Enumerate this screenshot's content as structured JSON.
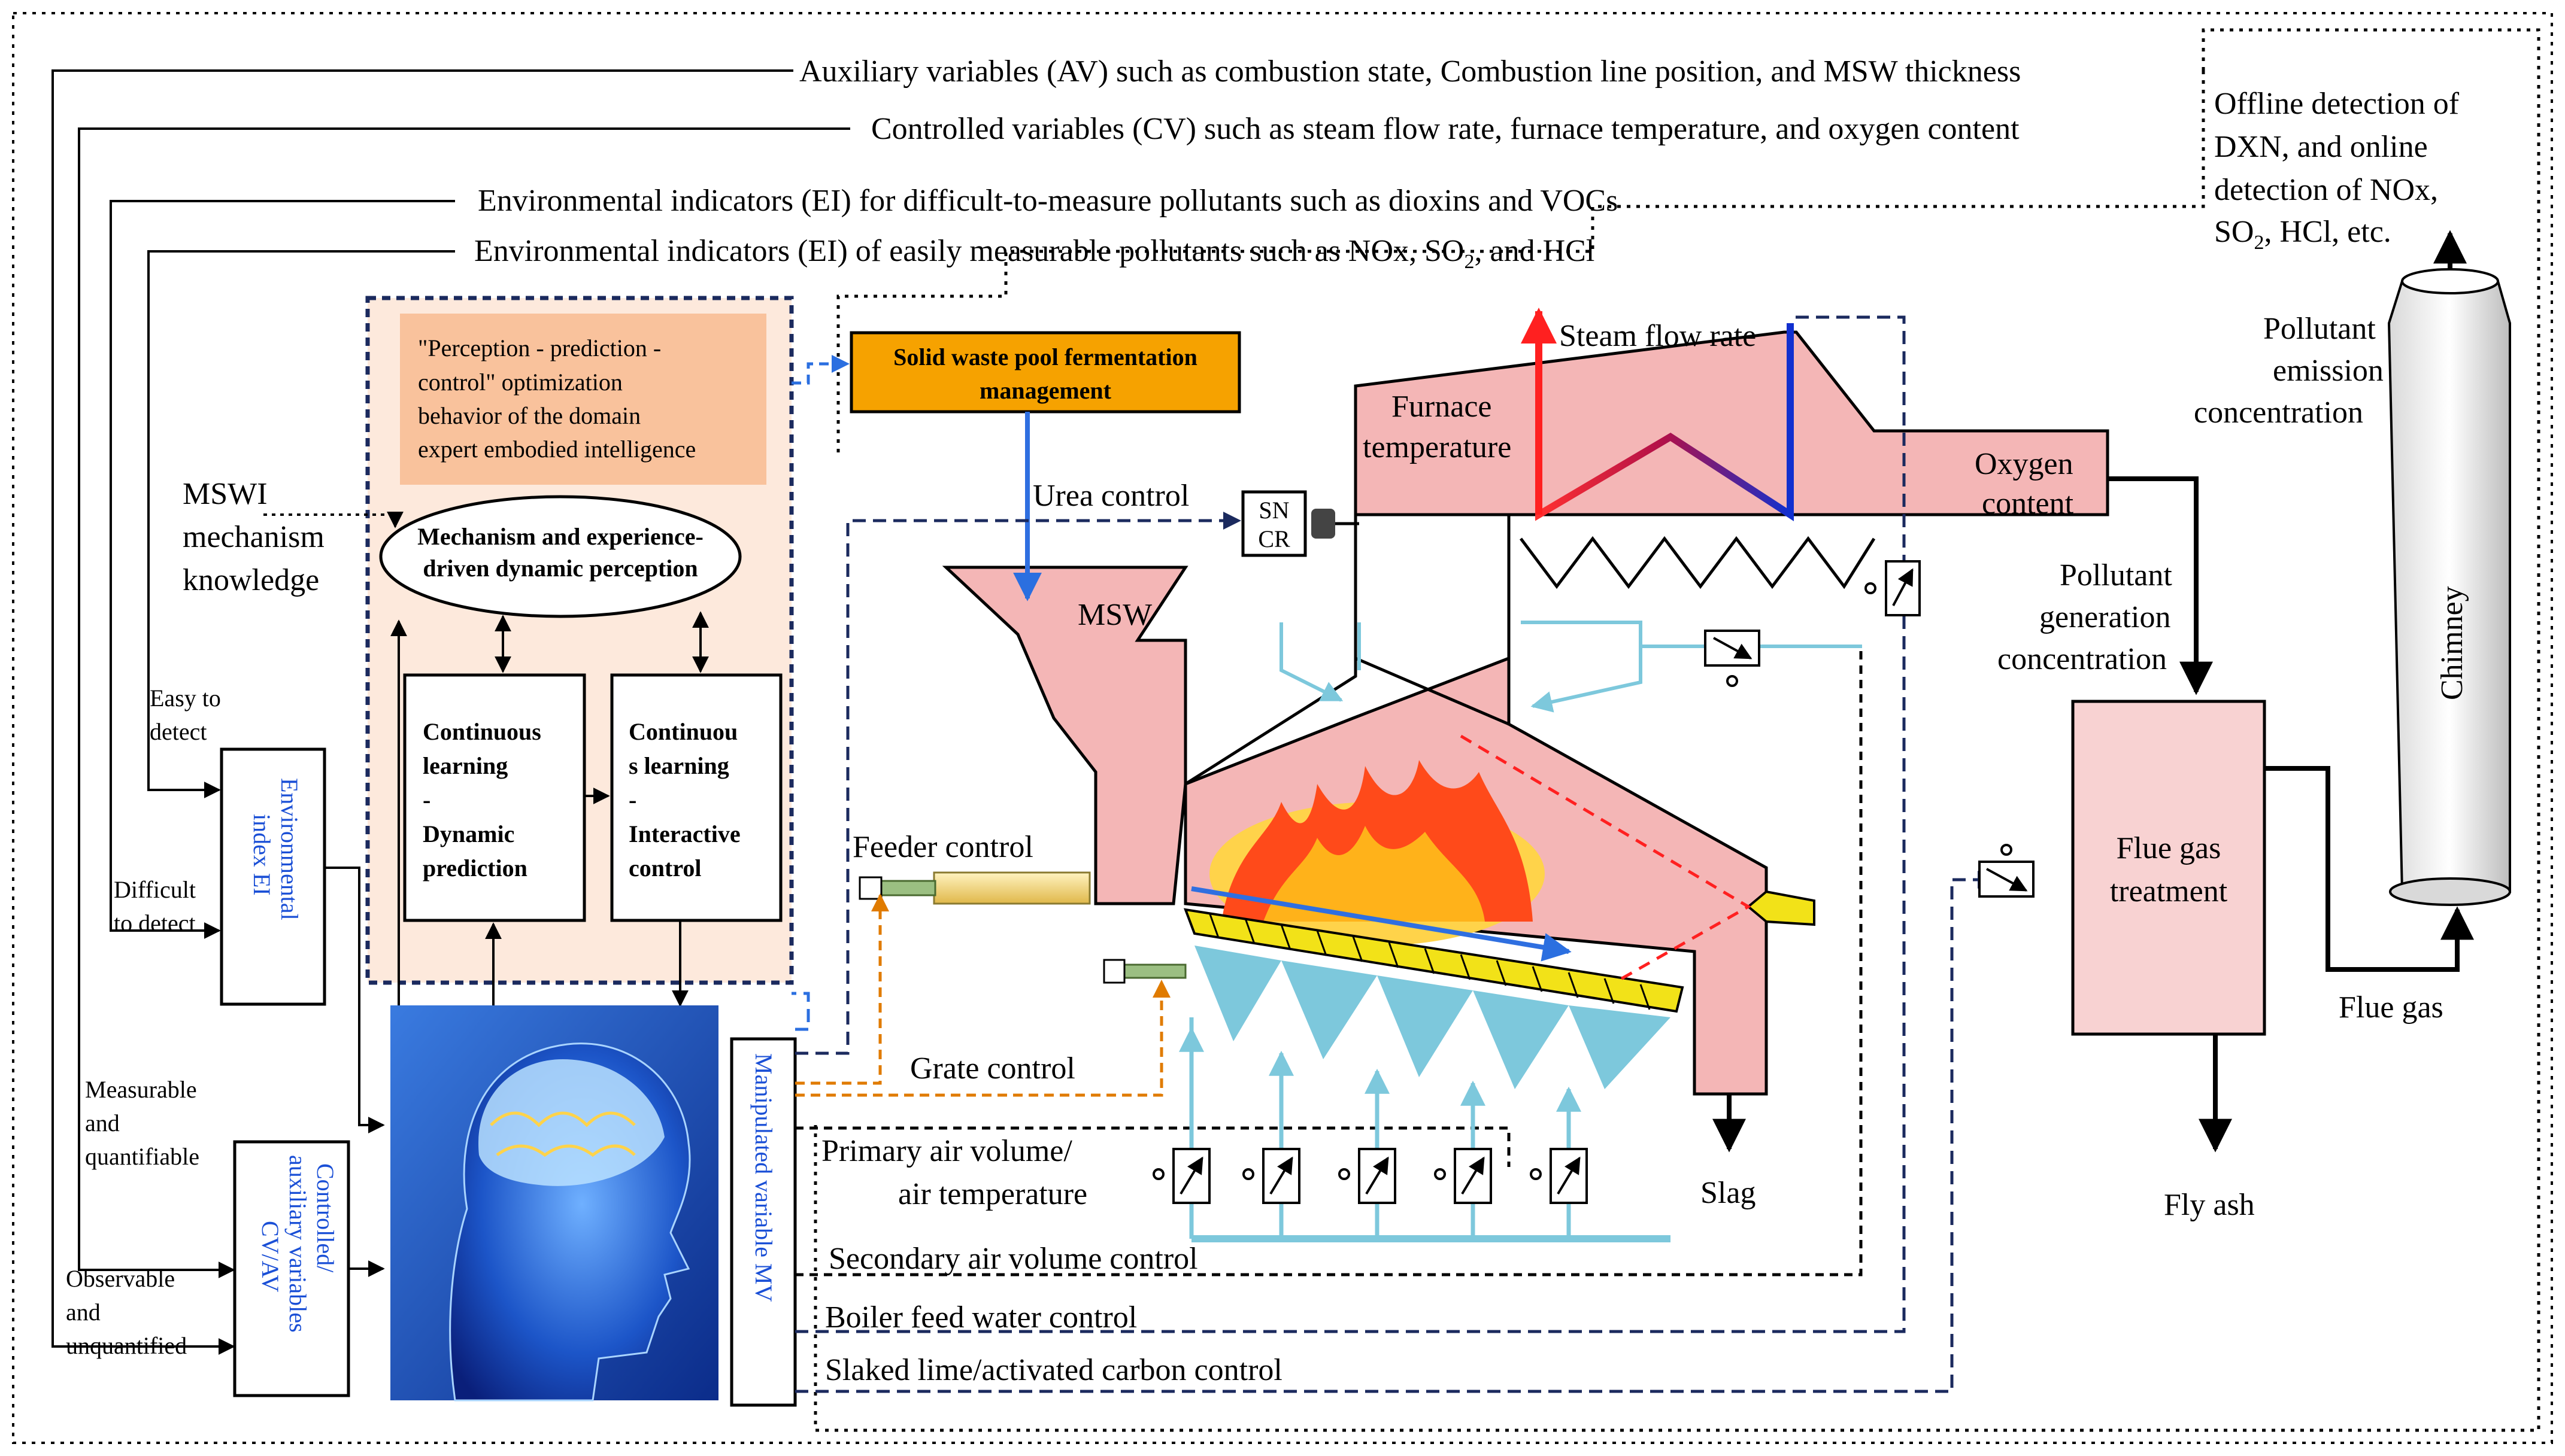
{
  "signals": {
    "av": "Auxiliary variables (AV) such as combustion state, Combustion line position, and MSW thickness",
    "cv": "Controlled variables (CV) such as steam flow rate, furnace temperature, and oxygen content",
    "ei_hard": "Environmental indicators (EI) for difficult-to-measure pollutants such as dioxins and VOCs",
    "ei_easy_pre": "Environmental indicators (EI) of easily measurable pollutants such as NOx, SO",
    "ei_easy_sub": "2",
    "ei_easy_post": ", and HCl"
  },
  "offline": {
    "line1": "Offline detection of",
    "line2": "DXN, and online",
    "line3": "detection of NOx,",
    "line4_pre": "SO",
    "line4_sub": "2",
    "line4_post": ", HCl, etc."
  },
  "intelligence": {
    "optimization_line1": "\"Perception - prediction -",
    "optimization_line2": "control\" optimization",
    "optimization_line3": "behavior of the domain",
    "optimization_line4": "expert embodied intelligence",
    "perception_line1": "Mechanism and experience-",
    "perception_line2": "driven dynamic perception",
    "mechanism_line1": "MSWI",
    "mechanism_line2": "mechanism",
    "mechanism_line3": "knowledge",
    "prediction_line1": "Continuous",
    "prediction_line2": "learning",
    "prediction_line3": "-",
    "prediction_line4": "Dynamic",
    "prediction_line5": "prediction",
    "control_line1": "Continuou",
    "control_line2": "s learning",
    "control_line3": "-",
    "control_line4": "Interactive",
    "control_line5": "control"
  },
  "inputs": {
    "easy_line1": "Easy to",
    "easy_line2": "detect",
    "difficult_line1": "Difficult",
    "difficult_line2": "to detect",
    "measurable_line1": "Measurable",
    "measurable_line2": "and",
    "measurable_line3": "quantifiable",
    "observable_line1": "Observable",
    "observable_line2": "and",
    "observable_line3": "unquantified",
    "ei_box_line1": "Environmental",
    "ei_box_line2": "index EI",
    "cvav_box_line1": "Controlled/",
    "cvav_box_line2": "auxiliary variables",
    "cvav_box_line3": "CV/AV",
    "mv_box": "Manipulated variable MV"
  },
  "plant": {
    "fermentation_line1": "Solid waste pool fermentation",
    "fermentation_line2": "management",
    "urea": "Urea control",
    "sncr_line1": "SN",
    "sncr_line2": "CR",
    "msw": "MSW",
    "feeder": "Feeder control",
    "grate": "Grate control",
    "primary_line1": "Primary air volume/",
    "primary_line2": "air temperature",
    "secondary": "Secondary air volume control",
    "boiler": "Boiler feed water control",
    "slaked": "Slaked lime/activated carbon control",
    "furnace_temp_line1": "Furnace",
    "furnace_temp_line2": "temperature",
    "steam": "Steam flow rate",
    "oxygen_line1": "Oxygen",
    "oxygen_line2": "content",
    "slag": "Slag",
    "pollutant_gen_line1": "Pollutant",
    "pollutant_gen_line2": "generation",
    "pollutant_gen_line3": "concentration",
    "flue_treat_line1": "Flue gas",
    "flue_treat_line2": "treatment",
    "fly_ash": "Fly ash",
    "flue_gas": "Flue gas",
    "emission_line1": "Pollutant",
    "emission_line2": "emission",
    "emission_line3": "concentration",
    "chimney": "Chimney"
  },
  "colors": {
    "furnace": "#f4b6b6",
    "optimization_box": "#f9c29c",
    "intelligence_bg": "#fde9dc",
    "fermentation_box": "#f6a200",
    "flue_box": "#f8d2d2",
    "dark_dashed": "#1b2a5e",
    "blue_dashed": "#2b6fe0",
    "orange_dashed": "#e07b00",
    "air_duct": "#7dc8dc",
    "blue_text": "#1a4fd6"
  }
}
